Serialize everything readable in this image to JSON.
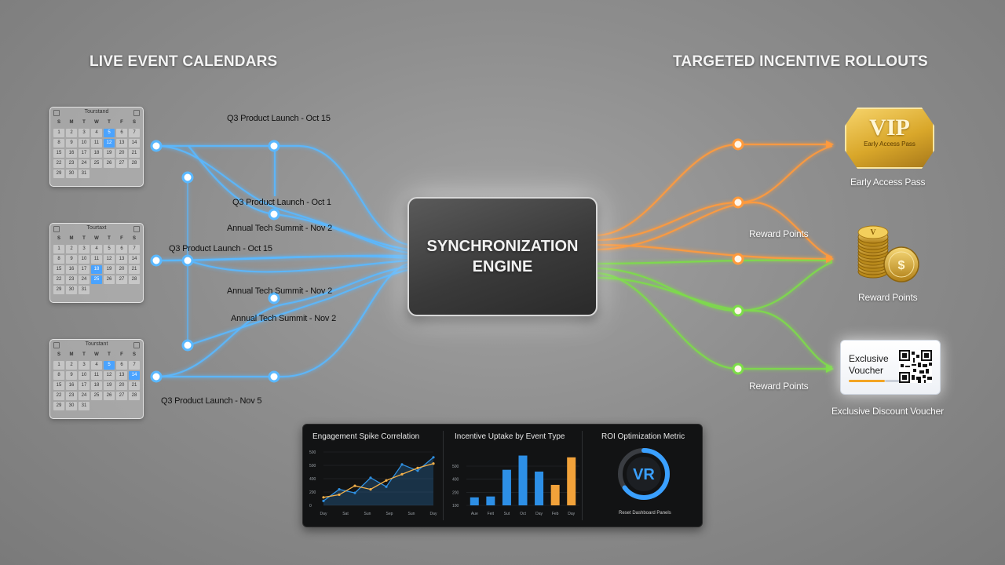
{
  "headings": {
    "left": "LIVE EVENT CALENDARS",
    "right": "TARGETED INCENTIVE ROLLOUTS"
  },
  "calendars": [
    {
      "title": "Tourstand",
      "weekdays": [
        "S",
        "M",
        "T",
        "W",
        "T",
        "F",
        "S"
      ],
      "days": [
        "1",
        "2",
        "3",
        "4",
        "5",
        "6",
        "7",
        "8",
        "9",
        "10",
        "11",
        "12",
        "13",
        "14",
        "15",
        "16",
        "17",
        "18",
        "19",
        "20",
        "21",
        "22",
        "23",
        "24",
        "25",
        "26",
        "27",
        "28",
        "29",
        "30",
        "31"
      ],
      "highlight": [
        "5",
        "12"
      ]
    },
    {
      "title": "Tourtaxt",
      "weekdays": [
        "S",
        "M",
        "T",
        "W",
        "T",
        "F",
        "S"
      ],
      "days": [
        "1",
        "2",
        "3",
        "4",
        "5",
        "6",
        "7",
        "8",
        "9",
        "10",
        "11",
        "12",
        "13",
        "14",
        "15",
        "16",
        "17",
        "18",
        "19",
        "20",
        "21",
        "22",
        "23",
        "24",
        "25",
        "26",
        "27",
        "28",
        "29",
        "30",
        "31"
      ],
      "highlight": [
        "18",
        "25"
      ]
    },
    {
      "title": "Tourstant",
      "weekdays": [
        "S",
        "M",
        "T",
        "W",
        "T",
        "F",
        "S"
      ],
      "days": [
        "1",
        "2",
        "3",
        "4",
        "5",
        "6",
        "7",
        "8",
        "9",
        "10",
        "11",
        "12",
        "13",
        "14",
        "15",
        "16",
        "17",
        "18",
        "19",
        "20",
        "21",
        "22",
        "23",
        "24",
        "25",
        "26",
        "27",
        "28",
        "29",
        "30",
        "31"
      ],
      "highlight": [
        "5",
        "14"
      ]
    }
  ],
  "event_labels": {
    "l1": "Q3 Product Launch - Oct 15",
    "l2": "Q3 Product Launch - Oct 1",
    "l3": "Annual Tech Summit - Nov 2",
    "l4": "Q3 Product Launch - Oct 15",
    "l5": "Annual Tech Summit - Nov 2",
    "l6": "Annual Tech Summit - Nov 2",
    "l7": "Q3 Product Launch - Nov 5"
  },
  "engine": {
    "line1": "SYNCHRONIZATION",
    "line2": "ENGINE"
  },
  "reward_labels": {
    "r1": "Reward Points",
    "r2": "Reward Points"
  },
  "incentives": {
    "vip_badge": "VIP",
    "vip_badge_sub": "Early Access Pass",
    "vip_caption": "Early Access Pass",
    "coins_symbol": "$",
    "coins_caption": "Reward Points",
    "voucher_text": "Exclusive Voucher",
    "voucher_caption": "Exclusive Discount Voucher"
  },
  "colors": {
    "calendar_flow": "#5ab8ff",
    "reward_flow_orange": "#ff9a3c",
    "reward_flow_green": "#7ddc4a",
    "gold": "#d9a72a",
    "gauge_accent": "#3aa0ff"
  },
  "dashboard": {
    "panels": [
      {
        "title": "Engagement Spike Correlation"
      },
      {
        "title": "Incentive Uptake by Event Type"
      },
      {
        "title": "ROI Optimization Metric"
      }
    ],
    "gauge_text": "VR",
    "gauge_sub": "Reset Dashboard Panels"
  },
  "chart_data": [
    {
      "type": "line",
      "title": "Engagement Spike Correlation",
      "categories": [
        "Day",
        "Sat",
        "Sun",
        "Sep",
        "Sun",
        "Day"
      ],
      "y_ticks": [
        "500",
        "500",
        "400",
        "200",
        "0"
      ],
      "ylim": [
        0,
        600
      ],
      "series": [
        {
          "values": [
            50,
            180,
            140,
            310,
            210,
            460,
            390,
            540
          ]
        },
        {
          "values": [
            90,
            120,
            220,
            180,
            280,
            350,
            420,
            470
          ]
        }
      ],
      "colors": [
        "#2f8fe0",
        "#f2b04a"
      ]
    },
    {
      "type": "bar",
      "title": "Incentive Uptake by Event Type",
      "categories": [
        "Aue",
        "Feit",
        "Sut",
        "Oct",
        "Day",
        "Feb",
        "Day"
      ],
      "y_ticks": [
        "500",
        "400",
        "200",
        "100"
      ],
      "ylim": [
        0,
        600
      ],
      "values": [
        90,
        100,
        400,
        560,
        380,
        230,
        540
      ],
      "bar_colors": [
        "#2d8fe6",
        "#2d8fe6",
        "#2d8fe6",
        "#2d8fe6",
        "#2d8fe6",
        "#f2a23a",
        "#f2a23a"
      ]
    },
    {
      "type": "gauge",
      "title": "ROI Optimization Metric",
      "value": 0.65,
      "center_text": "VR"
    }
  ]
}
